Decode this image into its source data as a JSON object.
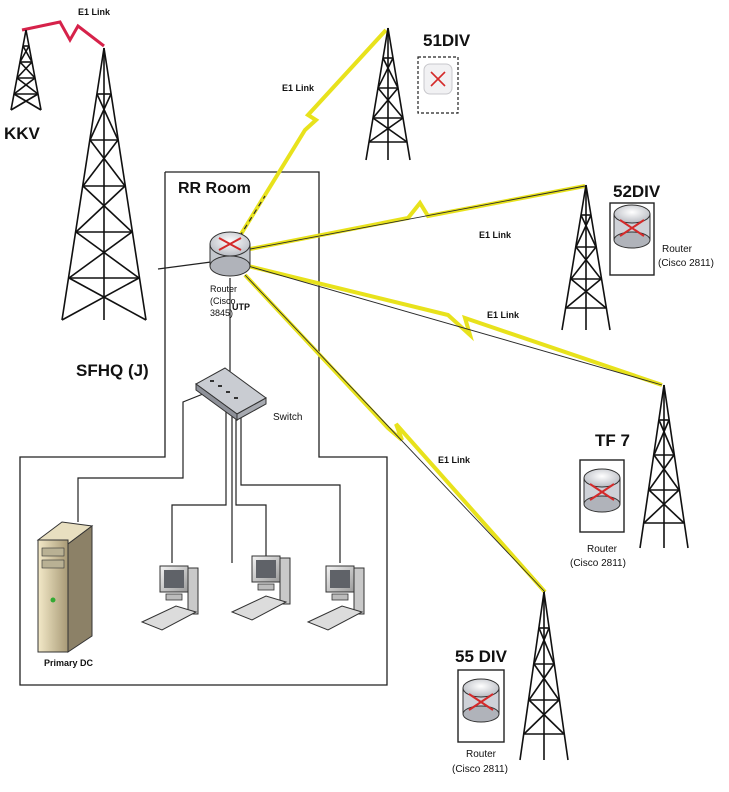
{
  "labels": {
    "kkv": "KKV",
    "sfhq": "SFHQ (J)",
    "rr_room": "RR Room",
    "div51": "51DIV",
    "div52": "52DIV",
    "tf7": "TF 7",
    "div55": "55 DIV",
    "switch": "Switch",
    "utp": "UTP",
    "primary_dc": "Primary DC",
    "core_router": [
      "Router",
      "(Cisco",
      "3845)"
    ],
    "router_2811": [
      "Router",
      "(Cisco 2811)"
    ],
    "e1_link": "E1 Link"
  },
  "colors": {
    "e1_wireless": "#e8e21c",
    "e1_kkv": "#d6224a",
    "line": "#111111",
    "router_arrows": "#d42a2a"
  },
  "icons": [
    "tower-icon",
    "router-icon",
    "switch-icon",
    "server-icon",
    "workstation-icon"
  ]
}
